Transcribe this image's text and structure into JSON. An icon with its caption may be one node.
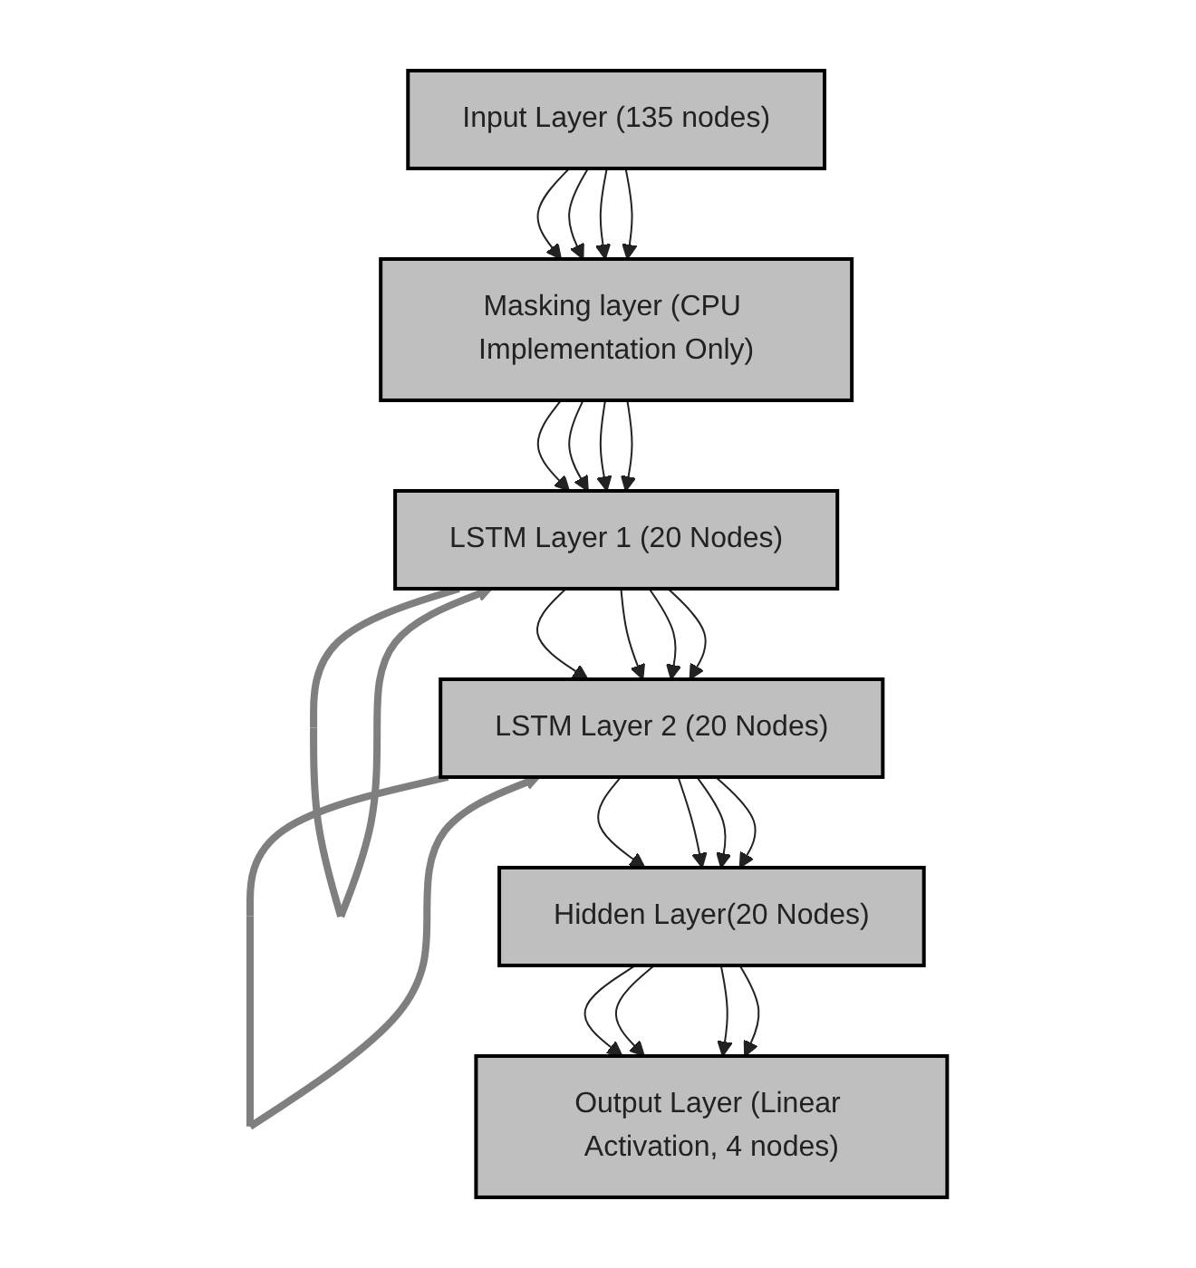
{
  "diagram": {
    "nodes": [
      {
        "text": [
          "Input Layer (135 nodes)"
        ]
      },
      {
        "text": [
          "Masking layer (CPU Implementation Only)"
        ]
      },
      {
        "text": [
          "LSTM Layer 1 (20 Nodes)"
        ]
      },
      {
        "text": [
          "LSTM Layer 2 (20 Nodes)"
        ]
      },
      {
        "text": [
          "Hidden Layer(20 Nodes)"
        ]
      },
      {
        "text": [
          "Output Layer (Linear Activation, 4 nodes)"
        ]
      }
    ],
    "edges": [
      {
        "from": 0,
        "to": 1,
        "arrow": "to"
      },
      {
        "from": 0,
        "to": 1,
        "arrow": "to"
      },
      {
        "from": 0,
        "to": 1,
        "arrow": "to"
      },
      {
        "from": 0,
        "to": 1,
        "arrow": "to"
      },
      {
        "from": 1,
        "to": 2,
        "arrow": "to"
      },
      {
        "from": 1,
        "to": 2,
        "arrow": "to"
      },
      {
        "from": 1,
        "to": 2,
        "arrow": "to"
      },
      {
        "from": 1,
        "to": 2,
        "arrow": "to"
      },
      {
        "from": 2,
        "to": 2,
        "arrow": "to",
        "style": "thick",
        "color": "#7f7f7f"
      },
      {
        "from": 2,
        "to": 3,
        "arrow": "to"
      },
      {
        "from": 2,
        "to": 3,
        "arrow": "to"
      },
      {
        "from": 2,
        "to": 3,
        "arrow": "to"
      },
      {
        "from": 2,
        "to": 3,
        "arrow": "to"
      },
      {
        "from": 3,
        "to": 3,
        "arrow": "to",
        "style": "thick",
        "color": "#7f7f7f"
      },
      {
        "from": 3,
        "to": 4,
        "arrow": "to"
      },
      {
        "from": 3,
        "to": 4,
        "arrow": "to"
      },
      {
        "from": 3,
        "to": 4,
        "arrow": "to"
      },
      {
        "from": 3,
        "to": 4,
        "arrow": "to"
      },
      {
        "from": 4,
        "to": 5,
        "arrow": "to"
      },
      {
        "from": 4,
        "to": 5,
        "arrow": "to"
      },
      {
        "from": 4,
        "to": 5,
        "arrow": "to"
      },
      {
        "from": 4,
        "to": 5,
        "arrow": "to"
      }
    ]
  }
}
